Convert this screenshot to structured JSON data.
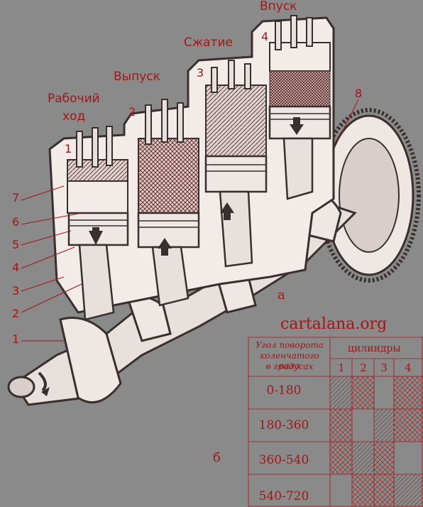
{
  "stroke_labels": {
    "working": [
      "Рабочий",
      "ход"
    ],
    "exhaust": "Выпуск",
    "compression": "Сжатие",
    "intake": "Впуск"
  },
  "cylinder_numbers": [
    "1",
    "2",
    "3",
    "4"
  ],
  "part_numbers": [
    "7",
    "6",
    "5",
    "4",
    "3",
    "2",
    "1",
    "8"
  ],
  "figure_labels": {
    "a": "а",
    "b": "б"
  },
  "watermark": "cartalana.org",
  "table": {
    "angle_header": [
      "Угол поворота",
      "коленчатого вала",
      "в градусах"
    ],
    "cylinders_header": "цилиндры",
    "cylinder_cols": [
      "1",
      "2",
      "3",
      "4"
    ],
    "rows": [
      "0-180",
      "180-360",
      "360-540",
      "540-720"
    ]
  },
  "colors": {
    "background": "#8a8a8a",
    "ink": "#a01818",
    "steel": "#e8e0dc",
    "dark": "#3a2f2f"
  }
}
